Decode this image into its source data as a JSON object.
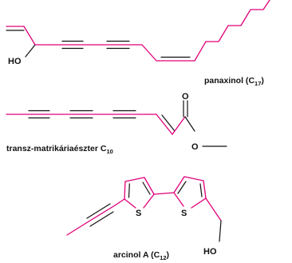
{
  "compounds": [
    {
      "name": "panaxinol",
      "formula_element": "C",
      "formula_count": "17",
      "atoms": {
        "hydroxyl": "HO"
      }
    },
    {
      "name": "transz-matrikáriaészter",
      "formula_element": "C",
      "formula_count": "10",
      "atoms": {
        "carbonyl_oxygen": "O",
        "ester_oxygen": "O"
      }
    },
    {
      "name": "arcinol A",
      "formula_element": "C",
      "formula_count": "12",
      "atoms": {
        "sulfur_1": "S",
        "sulfur_2": "S",
        "hydroxyl": "HO"
      }
    }
  ],
  "colors": {
    "chain": "#e0007a",
    "bonds": "#111111",
    "text": "#111111"
  }
}
